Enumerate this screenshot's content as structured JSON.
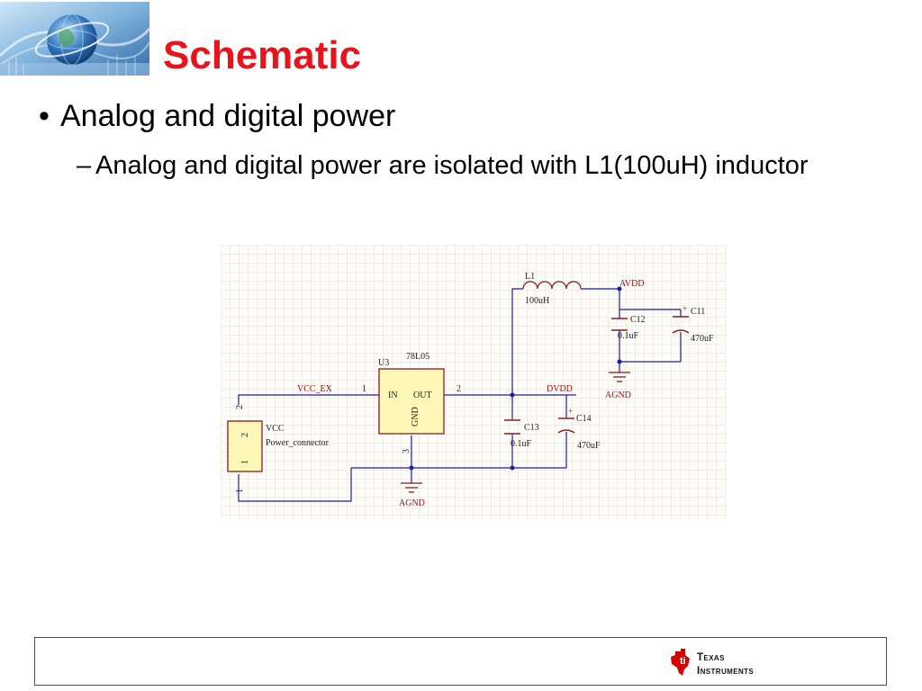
{
  "slide": {
    "title": "Schematic",
    "bullet": "Analog and digital power",
    "bullet_marker": "•",
    "sub_bullet": "Analog and digital power are isolated with L1(100uH) inductor",
    "sub_marker": "–"
  },
  "schematic": {
    "l1_ref": "L1",
    "l1_value": "100uH",
    "avdd": "AVDD",
    "c11_ref": "C11",
    "c11_value": "470uF",
    "c12_ref": "C12",
    "c12_value": "0.1uF",
    "agnd_top": "AGND",
    "u3_ref": "U3",
    "u3_part": "78L05",
    "pin_in": "IN",
    "pin_out": "OUT",
    "pin_gnd": "GND",
    "net_vcc_ex": "VCC_EX",
    "pin1": "1",
    "pin2": "2",
    "pin3": "3",
    "dvdd": "DVDD",
    "c13_ref": "C13",
    "c13_value": "0.1uF",
    "c14_ref": "C14",
    "c14_value": "470uF",
    "conn_vcc": "VCC",
    "conn_name": "Power_connector",
    "conn_pin2": "2",
    "conn_pin1": "1",
    "agnd_bottom": "AGND",
    "cap_plus": "+"
  },
  "footer": {
    "brand_line1": "Texas",
    "brand_line2": "Instruments"
  },
  "colors": {
    "title": "#e8141b",
    "wire": "#1c1ca8",
    "component": "#8b1a1a",
    "ic_fill": "#fdf8b8",
    "net_label": "#a11212",
    "grid": "#e4dfd3",
    "ti_red": "#d40000"
  }
}
